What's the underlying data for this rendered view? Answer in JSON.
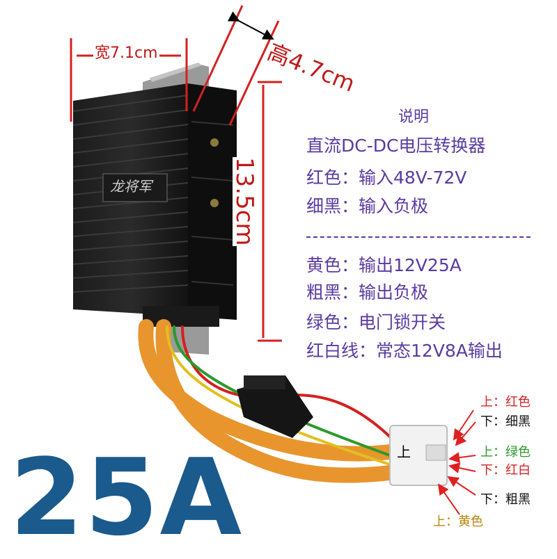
{
  "dimensions": {
    "width_label": "宽7.1cm",
    "height_label": "高4.7cm",
    "length_label": "13.5cm"
  },
  "brand": "龙将军",
  "spec": {
    "title": "说明",
    "lines": [
      "直流DC-DC电压转换器",
      "红色：输入48V-72V",
      "细黑：输入负极",
      "黄色：输出12V25A",
      "粗黑：输出负极",
      "绿色：电门锁开关",
      "红白线：常态12V8A输出"
    ]
  },
  "connector": {
    "face_label": "上",
    "pins": [
      {
        "text": "上：红色",
        "color": "#d42020"
      },
      {
        "text": "下：细黑",
        "color": "#111111"
      },
      {
        "text": "上：绿色",
        "color": "#2a9a2a"
      },
      {
        "text": "下：红白",
        "color": "#d42020"
      },
      {
        "text": "下：粗黑",
        "color": "#111111"
      },
      {
        "text": "上：黄色",
        "color": "#b8860b"
      }
    ]
  },
  "rating": "25A",
  "colors": {
    "spec_text": "#5a3aa0",
    "rating_text": "#1a5a8c",
    "dimension_text": "#c01818",
    "arrow": "#e02020",
    "wire_orange": "#e8952e"
  }
}
